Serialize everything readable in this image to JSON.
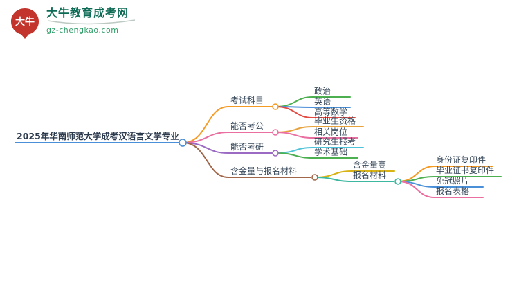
{
  "logo": {
    "icon_text": "大牛",
    "title": "大牛教育成考网",
    "subtitle": "gz-chengkao.com"
  },
  "colors": {
    "seal_red": "#c2342c",
    "logo_title_green": "#0d6b55",
    "logo_subtitle_green": "#2f9e68",
    "label_text": "#37485a",
    "swoosh_gray": "#bccac3"
  },
  "mindmap": {
    "root": {
      "label": "2025年华南师范大学成考汉语言文学专业",
      "color": "#4a90d9",
      "children": [
        {
          "label": "考试科目",
          "color": "#f59a23",
          "children": [
            {
              "label": "政治",
              "color": "#4caf50"
            },
            {
              "label": "英语",
              "color": "#4a90d9"
            },
            {
              "label": "高等数学",
              "color": "#e34a42"
            }
          ]
        },
        {
          "label": "能否考公",
          "color": "#ea6ea0",
          "children": [
            {
              "label": "毕业生资格",
              "color": "#e8a33d"
            },
            {
              "label": "相关岗位",
              "color": "#ea6ea0"
            }
          ]
        },
        {
          "label": "能否考研",
          "color": "#9b6bc3",
          "children": [
            {
              "label": "研究生报考",
              "color": "#4cc3d9"
            },
            {
              "label": "学术基础",
              "color": "#4caf50"
            }
          ]
        },
        {
          "label": "含金量与报名材料",
          "color": "#a2674a",
          "children": [
            {
              "label": "含金量高",
              "color": "#d9b313"
            },
            {
              "label": "报名材料",
              "color": "#3cb8a0",
              "children": [
                {
                  "label": "身份证复印件",
                  "color": "#f59a23"
                },
                {
                  "label": "毕业证书复印件",
                  "color": "#4caf50"
                },
                {
                  "label": "免冠照片",
                  "color": "#4a90d9"
                },
                {
                  "label": "报名表格",
                  "color": "#ea6ea0"
                }
              ]
            }
          ]
        }
      ]
    }
  }
}
